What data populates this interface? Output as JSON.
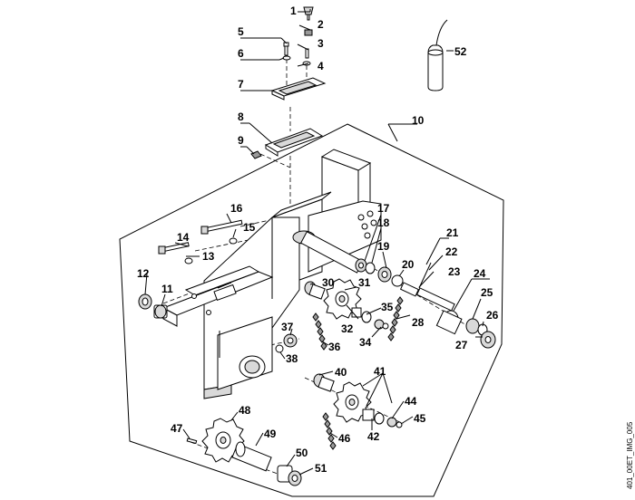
{
  "reference_code": "401_00ET_IMG_005",
  "labels": [
    "1",
    "2",
    "3",
    "4",
    "5",
    "6",
    "7",
    "8",
    "9",
    "10",
    "11",
    "12",
    "13",
    "14",
    "15",
    "16",
    "17",
    "18",
    "19",
    "20",
    "21",
    "22",
    "23",
    "24",
    "25",
    "26",
    "27",
    "28",
    "30",
    "31",
    "32",
    "35",
    "36",
    "37",
    "38",
    "34",
    "40",
    "41",
    "42",
    "44",
    "45",
    "46",
    "47",
    "48",
    "49",
    "50",
    "51",
    "52"
  ]
}
